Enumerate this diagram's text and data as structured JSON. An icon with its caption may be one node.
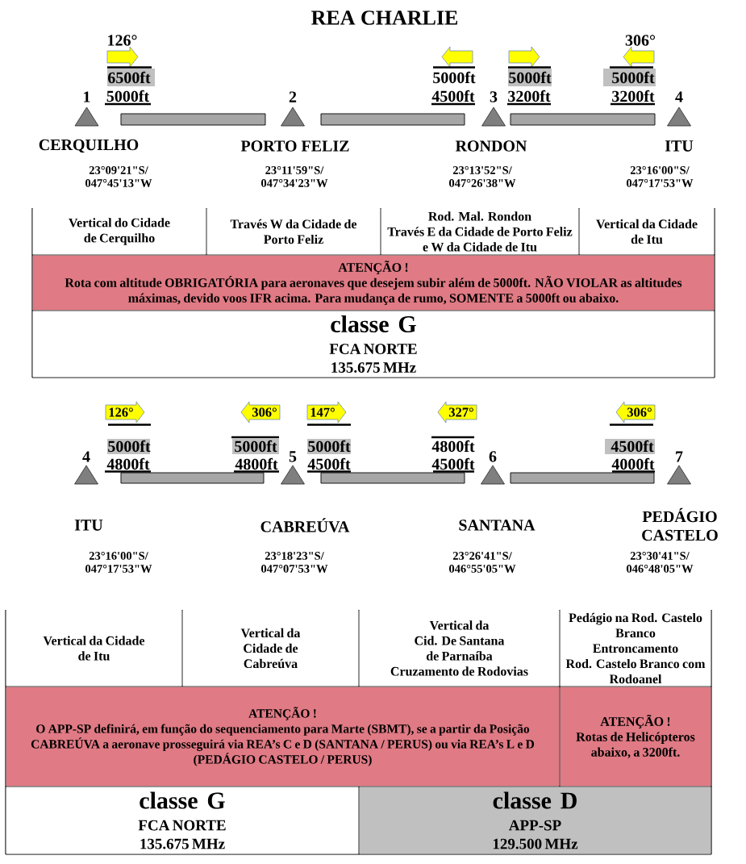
{
  "diagram": {
    "title": "REA CHARLIE",
    "nodes": [
      {
        "text": [
          "1"
        ],
        "beside": [
          "CERQUILHO",
          "23°09'21\"S/ 047°45'13\"W"
        ]
      },
      {
        "text": [],
        "shape": "bar",
        "beside": [
          "126°",
          "6500ft",
          "5000ft"
        ]
      },
      {
        "text": [
          "2"
        ],
        "beside": [
          "PORTO FELIZ",
          "23°11'59\"S/ 047°34'23\"W"
        ]
      },
      {
        "text": [],
        "shape": "bar",
        "beside": [
          "5000ft",
          "4500ft"
        ]
      },
      {
        "text": [
          "3"
        ],
        "beside": [
          "RONDON",
          "23°13'52\"S/ 047°26'38\"W"
        ]
      },
      {
        "text": [],
        "shape": "bar",
        "beside": [
          "5000ft",
          "3200ft",
          "306°",
          "5000ft",
          "3200ft"
        ]
      },
      {
        "text": [
          "4"
        ],
        "beside": [
          "ITU",
          "23°16'00\"S/ 047°17'53\"W"
        ]
      },
      {
        "text": [
          "Vertical do Cidade de Cerquilho"
        ]
      },
      {
        "text": [
          "Través W da Cidade de Porto Feliz"
        ]
      },
      {
        "text": [
          "Rod. Mal. Rondon",
          "Través E da Cidade de Porto Feliz e W da Cidade de Itu"
        ]
      },
      {
        "text": [
          "Vertical da Cidade de Itu"
        ]
      },
      {
        "text": [
          "ATENÇÃO !",
          "Rota com altitude OBRIGATÓRIA para aeronaves que desejem subir além de 5000ft. NÃO VIOLAR as altitudes máximas, devido voos IFR acima. Para mudança de rumo, SOMENTE a 5000ft ou abaixo."
        ]
      },
      {
        "text": [
          "classe G",
          "FCA NORTE",
          "135.675 MHz"
        ]
      },
      {
        "text": [
          "4"
        ],
        "beside": [
          "ITU",
          "23°16'00\"S/ 047°17'53\"W"
        ]
      },
      {
        "text": [],
        "shape": "bar",
        "beside": [
          "126°",
          "5000ft",
          "4800ft",
          "306°",
          "5000ft",
          "4800ft"
        ]
      },
      {
        "text": [
          "5"
        ],
        "beside": [
          "CABREÚVA",
          "23°18'23\"S/ 047°07'53\"W"
        ]
      },
      {
        "text": [],
        "shape": "bar",
        "beside": [
          "147°",
          "5000ft",
          "4500ft",
          "327°",
          "4800ft",
          "4500ft"
        ]
      },
      {
        "text": [
          "6"
        ],
        "beside": [
          "SANTANA",
          "23°26'41\"S/ 046°55'05\"W"
        ]
      },
      {
        "text": [],
        "shape": "bar",
        "beside": [
          "306°",
          "4500ft",
          "4000ft"
        ]
      },
      {
        "text": [
          "7"
        ],
        "beside": [
          "PEDÁGIO CASTELO",
          "23°30'41\"S/ 046°48'05\"W"
        ]
      },
      {
        "text": [
          "Vertical da Cidade de Itu"
        ]
      },
      {
        "text": [
          "Vertical da Cidade de Cabreúva"
        ]
      },
      {
        "text": [
          "Vertical da",
          "Cid. De Santana de Parnaíba",
          "Cruzamento de Rodovias"
        ]
      },
      {
        "text": [
          "Pedágio na Rod. Castelo Branco",
          "Entroncamento",
          "Rod. Castelo Branco com Rodoanel"
        ]
      },
      {
        "text": [
          "ATENÇÃO !",
          "O APP-SP definirá, em função do sequenciamento para Marte (SBMT), se a partir da Posição CABREÚVA a aeronave prosseguirá via REA’s C e D (SANTANA / PERUS) ou via REA’s L e D (PEDÁGIO CASTELO / PERUS)"
        ]
      },
      {
        "text": [
          "ATENÇÃO !",
          "Rotas de Helicópteros abaixo, a 3200ft."
        ]
      },
      {
        "text": [
          "classe G",
          "FCA NORTE",
          "135.675 MHz"
        ]
      },
      {
        "text": [
          "classe D",
          "APP-SP",
          "129.500 MHz"
        ]
      }
    ]
  }
}
